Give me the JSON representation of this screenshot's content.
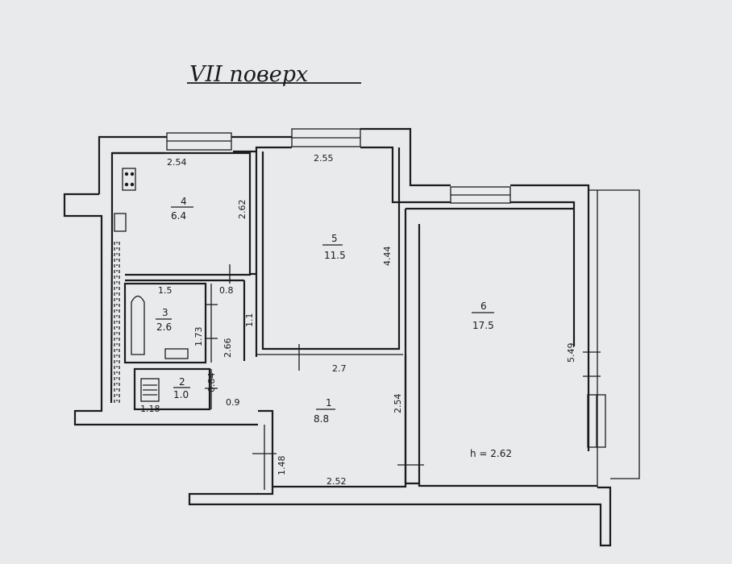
{
  "title": "VII поверх",
  "rooms": [
    {
      "number": "1",
      "area": "8.8"
    },
    {
      "number": "2",
      "area": "1.0"
    },
    {
      "number": "3",
      "area": "2.6"
    },
    {
      "number": "4",
      "area": "6.4"
    },
    {
      "number": "5",
      "area": "11.5"
    },
    {
      "number": "6",
      "area": "17.5"
    }
  ],
  "dimensions": {
    "kitchen_width": "2.54",
    "kitchen_depth": "2.62",
    "room5_width": "2.55",
    "room5_depth": "4.44",
    "room6_depth": "5.49",
    "bath_width": "1.5",
    "bath_depth": "1.73",
    "toilet_width": "1.18",
    "toilet_depth": "0.84",
    "corridor_gap": "0.8",
    "corridor_length": "2.66",
    "corridor_step": "1.1",
    "hall_width": "2.7",
    "hall_depth": "2.54",
    "entry_width": "2.52",
    "entry_depth": "1.48",
    "toilet_gap": "0.9"
  },
  "ceiling_height": "h = 2.62"
}
